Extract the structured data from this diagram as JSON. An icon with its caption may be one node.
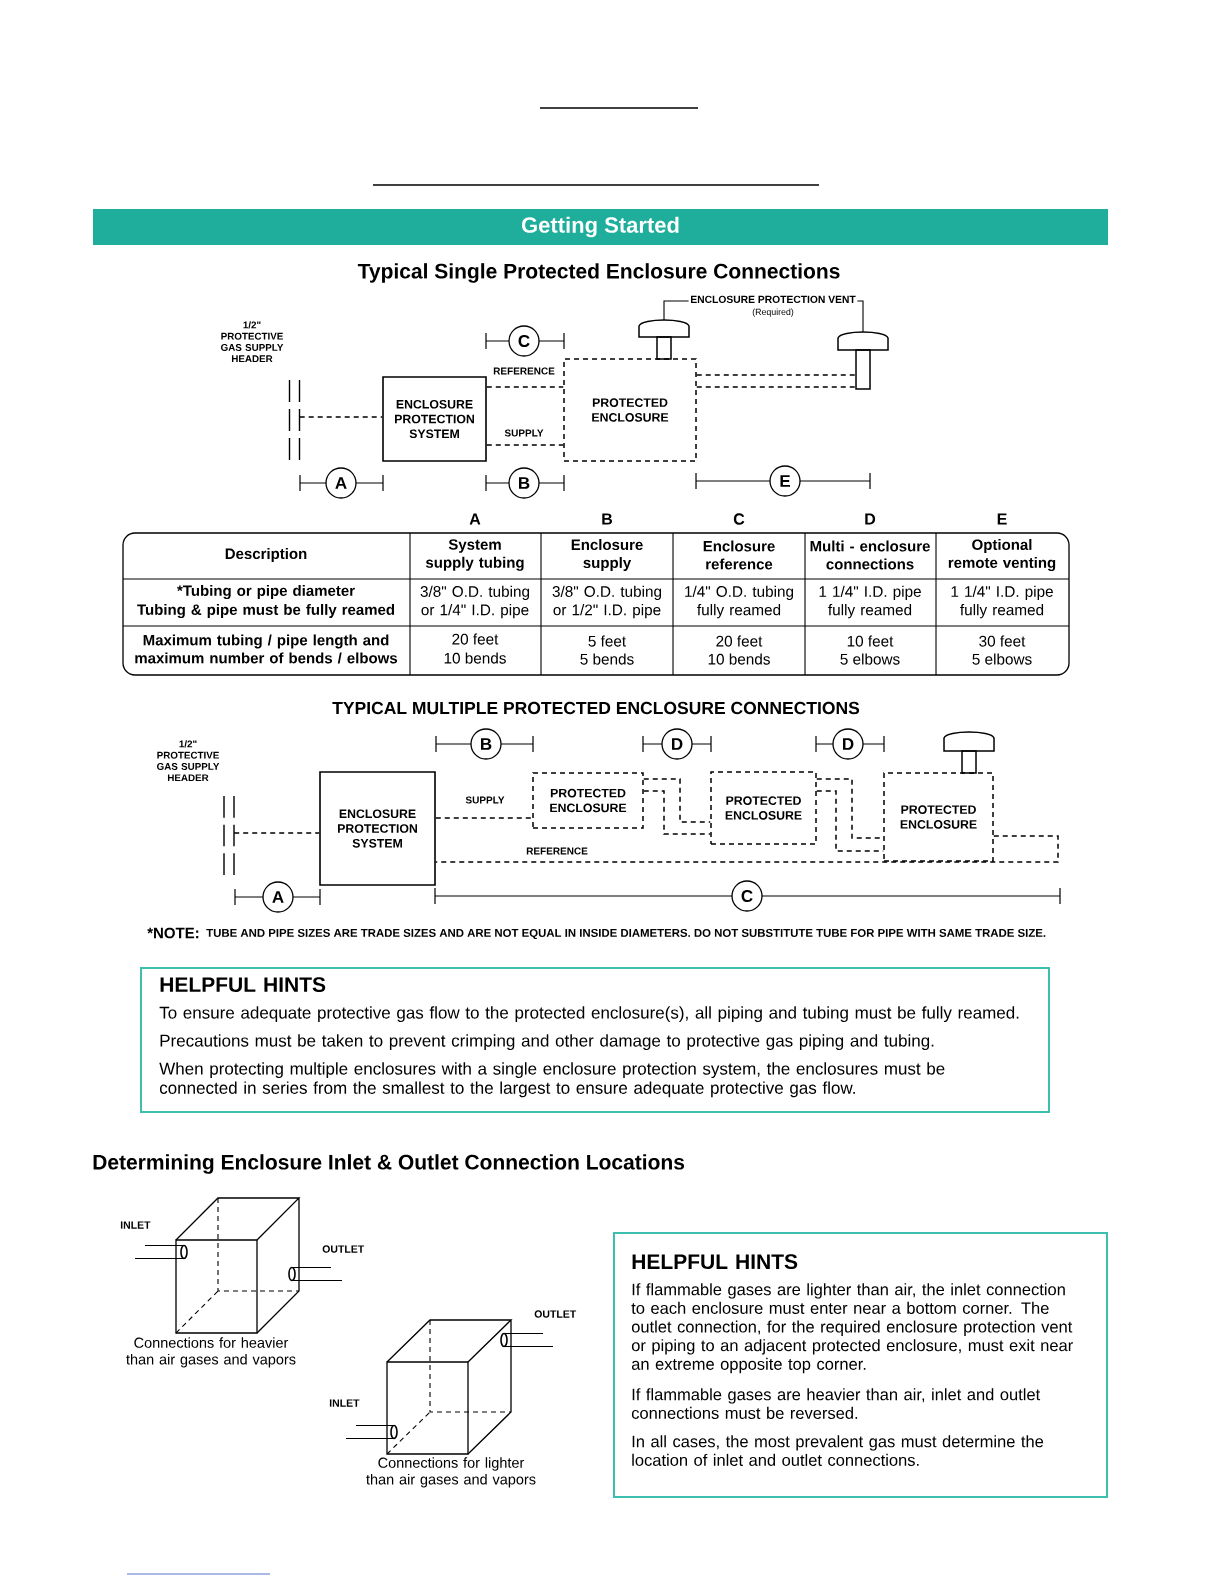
{
  "diagram": {
    "title": "Getting Started",
    "nodes": [
      {
        "text": [],
        "shape": "pipe",
        "beside": [
          "1/2\" PROTECTIVE GAS SUPPLY HEADER"
        ]
      },
      {
        "text": [
          "ENCLOSURE PROTECTION SYSTEM"
        ]
      },
      {
        "text": [
          "PROTECTED ENCLOSURE"
        ]
      },
      {
        "text": [
          "ENCLOSURE PROTECTION VENT",
          "(Required)"
        ]
      },
      {
        "text": [],
        "shape": "vent"
      },
      {
        "text": [],
        "shape": "vent"
      },
      {
        "text": [],
        "shape": "pipe",
        "beside": [
          "1/2\" PROTECTIVE GAS SUPPLY HEADER"
        ]
      },
      {
        "text": [
          "ENCLOSURE PROTECTION SYSTEM"
        ]
      },
      {
        "text": [
          "PROTECTED ENCLOSURE"
        ]
      },
      {
        "text": [
          "PROTECTED ENCLOSURE"
        ]
      },
      {
        "text": [
          "PROTECTED ENCLOSURE"
        ]
      },
      {
        "text": [],
        "shape": "vent"
      },
      {
        "text": [
          "HELPFUL HINTS",
          "To ensure adequate protective gas flow to the protected enclosure(s), all piping and tubing must be fully reamed.",
          "Precautions must be taken to prevent crimping and other damage to protective gas piping and tubing.",
          "When protecting multiple enclosures with a single enclosure protection system, the enclosures must be connected in series from the smallest to the largest to ensure adequate protective gas flow."
        ]
      },
      {
        "text": [],
        "shape": "cube",
        "beside": [
          "Connections for heavier than air gases and vapors"
        ]
      },
      {
        "text": [],
        "shape": "cube",
        "beside": [
          "Connections for lighter than air gases and vapors"
        ]
      },
      {
        "text": [
          "HELPFUL HINTS",
          "If flammable gases are lighter than air, the inlet connection to each enclosure must enter near a bottom corner. The outlet connection, for the required enclosure protection vent or piping to an adjacent protected enclosure, must exit near an extreme opposite top corner.",
          "If flammable gases are heavier than air, inlet and outlet connections must be reversed.",
          "In all cases, the most prevalent gas must determine the location of inlet and outlet connections."
        ]
      }
    ],
    "edges": [
      {
        "from": 0,
        "to": 1,
        "arrow": "none",
        "style": "dashed"
      },
      {
        "from": 1,
        "to": 2,
        "arrow": "none",
        "style": "dashed",
        "label": "REFERENCE"
      },
      {
        "from": 1,
        "to": 2,
        "arrow": "none",
        "style": "dashed",
        "label": "SUPPLY"
      },
      {
        "from": 2,
        "to": 5,
        "arrow": "none",
        "style": "dashed"
      },
      {
        "from": 2,
        "to": 5,
        "arrow": "none",
        "style": "dashed"
      },
      {
        "from": 3,
        "to": 4,
        "arrow": "none"
      },
      {
        "from": 3,
        "to": 5,
        "arrow": "none"
      },
      {
        "from": 6,
        "to": 7,
        "arrow": "none",
        "style": "dashed"
      },
      {
        "from": 7,
        "to": 8,
        "arrow": "none",
        "style": "dashed",
        "label": "SUPPLY"
      },
      {
        "from": 8,
        "to": 9,
        "arrow": "none",
        "style": "dashed"
      },
      {
        "from": 8,
        "to": 9,
        "arrow": "none",
        "style": "dashed"
      },
      {
        "from": 9,
        "to": 10,
        "arrow": "none",
        "style": "dashed"
      },
      {
        "from": 9,
        "to": 10,
        "arrow": "none",
        "style": "dashed"
      },
      {
        "from": 10,
        "to": 7,
        "arrow": "none",
        "style": "dashed",
        "label": "REFERENCE"
      }
    ],
    "labels": [
      "Typical Single Protected Enclosure Connections",
      "C",
      "A",
      "B",
      "E",
      "A",
      "B",
      "C",
      "D",
      "E",
      "Description",
      "System supply tubing",
      "Enclosure supply",
      "Enclosure reference",
      "Multi - enclosure connections",
      "Optional remote venting",
      "*Tubing or pipe diameter",
      "Tubing & pipe must be fully reamed",
      "3/8\" O.D. tubing or 1/4\" I.D. pipe",
      "3/8\" O.D. tubing or 1/2\" I.D. pipe",
      "1/4\" O.D. tubing fully reamed",
      "1 1/4\" I.D. pipe fully reamed",
      "1 1/4\" I.D. pipe fully reamed",
      "Maximum tubing / pipe length and maximum number of bends / elbows",
      "20 feet",
      "10 bends",
      "5 feet",
      "5 bends",
      "20 feet",
      "10 bends",
      "10 feet",
      "5 elbows",
      "30 feet",
      "5 elbows",
      "TYPICAL MULTIPLE PROTECTED ENCLOSURE CONNECTIONS",
      "B",
      "D",
      "D",
      "A",
      "C",
      "*NOTE:",
      "TUBE AND PIPE SIZES ARE TRADE SIZES AND ARE NOT EQUAL IN INSIDE DIAMETERS. DO NOT SUBSTITUTE TUBE FOR PIPE WITH SAME TRADE SIZE.",
      "Determining Enclosure Inlet & Outlet Connection Locations",
      "INLET",
      "OUTLET",
      "OUTLET",
      "INLET"
    ]
  }
}
